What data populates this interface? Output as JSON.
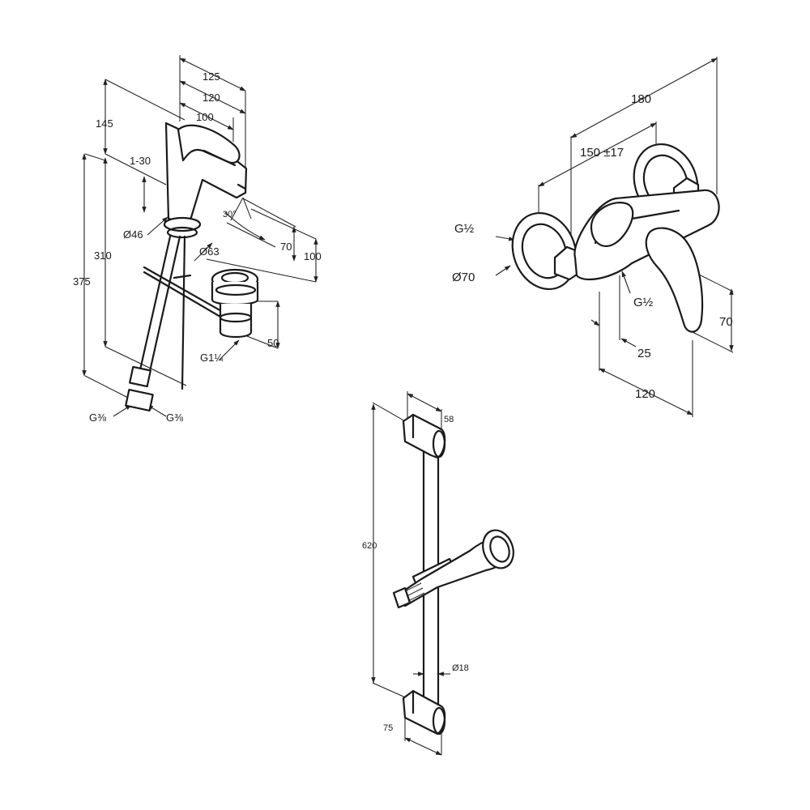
{
  "basin_mixer": {
    "labels": {
      "w125": "125",
      "w120": "120",
      "w100": "100",
      "h145": "145",
      "adj": "1-30",
      "angle": "30°",
      "d46": "Ø46",
      "d63": "Ø63",
      "h70": "70",
      "h100": "100",
      "h310": "310",
      "h375": "375",
      "h50": "50",
      "g114": "G1¼",
      "g38_left": "G⅜",
      "g38_right": "G⅜"
    }
  },
  "shower_mixer": {
    "labels": {
      "w180": "180",
      "w150": "150 ±17",
      "g12_left": "G½",
      "d70": "Ø70",
      "g12_mid": "G½",
      "h70": "70",
      "w25": "25",
      "w120": "120"
    }
  },
  "shower_rail": {
    "labels": {
      "w58": "58",
      "h620": "620",
      "d18": "Ø18",
      "w75": "75"
    }
  }
}
